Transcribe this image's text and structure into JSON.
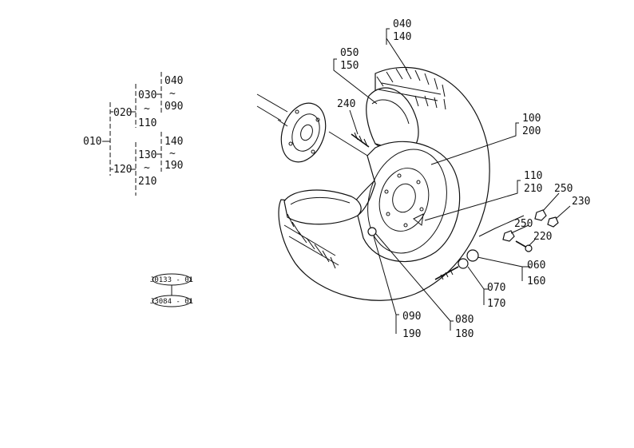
{
  "tree": {
    "root": "010",
    "b1": "020",
    "b1a_top": "030",
    "b1a_tilde": "~",
    "b1a_bot": "110",
    "b1b_top": "040",
    "b1b_tilde": "~",
    "b1b_bot": "090",
    "b2": "120",
    "b2a_top": "130",
    "b2a_tilde": "~",
    "b2a_bot": "210",
    "b2b_top": "140",
    "b2b_tilde": "~",
    "b2b_bot": "190"
  },
  "badges": {
    "top": "J0133 - 01",
    "bottom": "J3084 - 01"
  },
  "callouts": {
    "c040": "040",
    "c140": "140",
    "c050": "050",
    "c150": "150",
    "c240": "240",
    "c100": "100",
    "c200": "200",
    "c110": "110",
    "c210": "210",
    "c250a": "250",
    "c230": "230",
    "c250b": "250",
    "c220": "220",
    "c060": "060",
    "c160": "160",
    "c070": "070",
    "c170": "170",
    "c090": "090",
    "c190": "190",
    "c080": "080",
    "c180": "180"
  }
}
